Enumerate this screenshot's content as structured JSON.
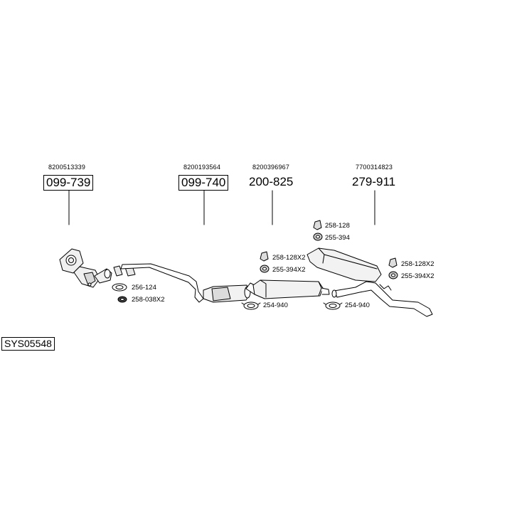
{
  "system_code": "SYS05548",
  "main_parts": [
    {
      "oe": "8200513339",
      "part": "099-739",
      "boxed": true
    },
    {
      "oe": "8200193564",
      "part": "099-740",
      "boxed": true
    },
    {
      "oe": "8200396967",
      "part": "200-825",
      "boxed": false
    },
    {
      "oe": "7700314823",
      "part": "279-911",
      "boxed": false
    }
  ],
  "accessories": {
    "gasket_256_124": "256-124",
    "mount_258_038x2": "258-038X2",
    "hanger_258_128": "258-128",
    "clamp_255_394": "255-394",
    "hanger_258_128x2_mid": "258-128X2",
    "clamp_255_394x2_mid": "255-394X2",
    "clamp_254_940_mid": "254-940",
    "clamp_254_940_rear": "254-940",
    "hanger_258_128x2_rear": "258-128X2",
    "clamp_255_394x2_rear": "255-394X2"
  }
}
